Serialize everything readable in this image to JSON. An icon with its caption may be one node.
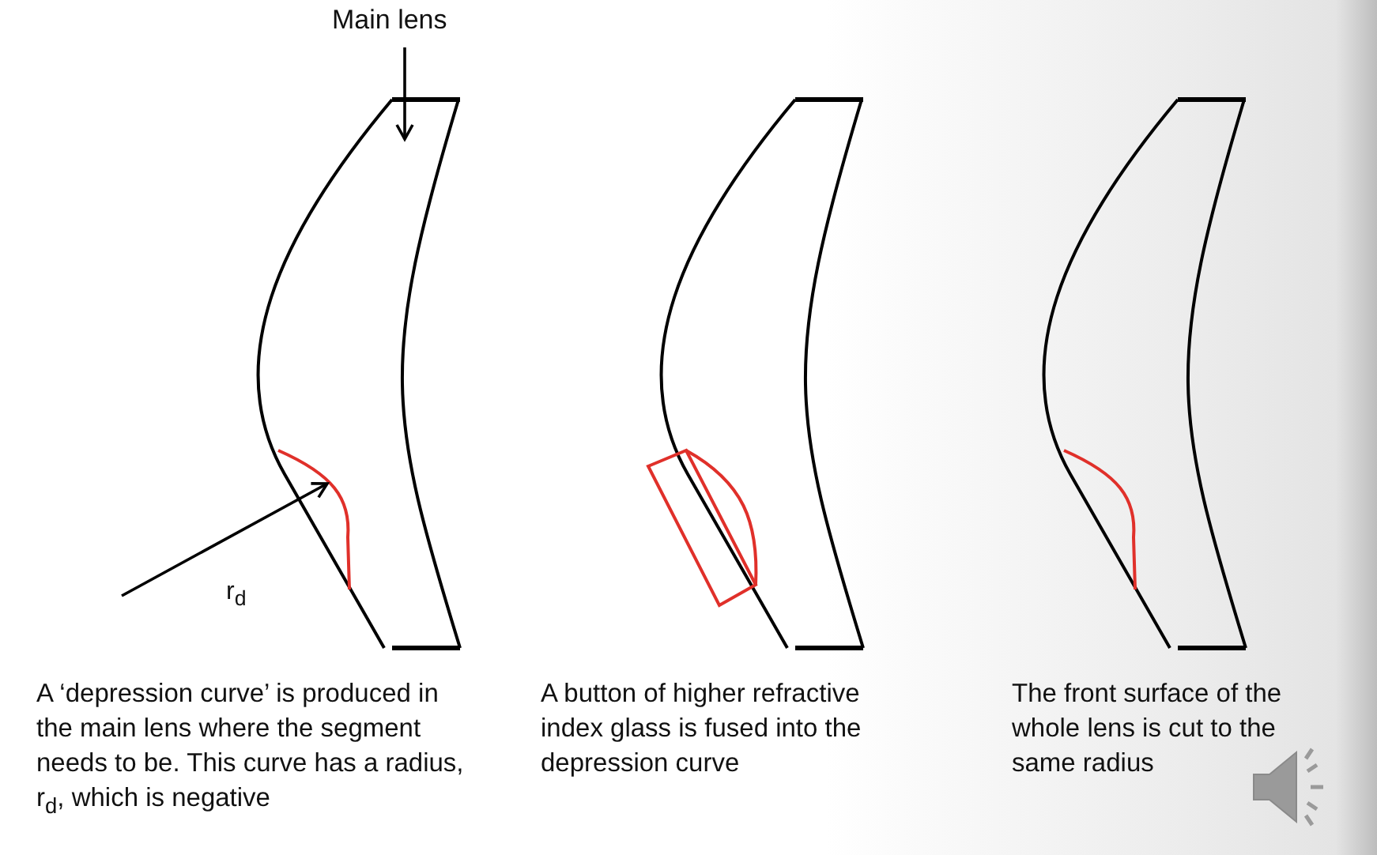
{
  "diagram": {
    "nodes": [
      {
        "text": [
          "Main lens"
        ]
      },
      {
        "text": [],
        "shape": "lens"
      }
    ],
    "edges": [
      {
        "from": 0,
        "to": 1,
        "arrow": "to"
      }
    ],
    "labels": [
      "r$_{d}$",
      "A ‘depression curve’ is produced in the main lens where the segment needs to be. This curve has a radius, r$_{d}$, which is negative",
      "A button of higher refractive index glass is fused into the depression curve",
      "The front surface of the whole lens is cut to the same radius"
    ]
  }
}
